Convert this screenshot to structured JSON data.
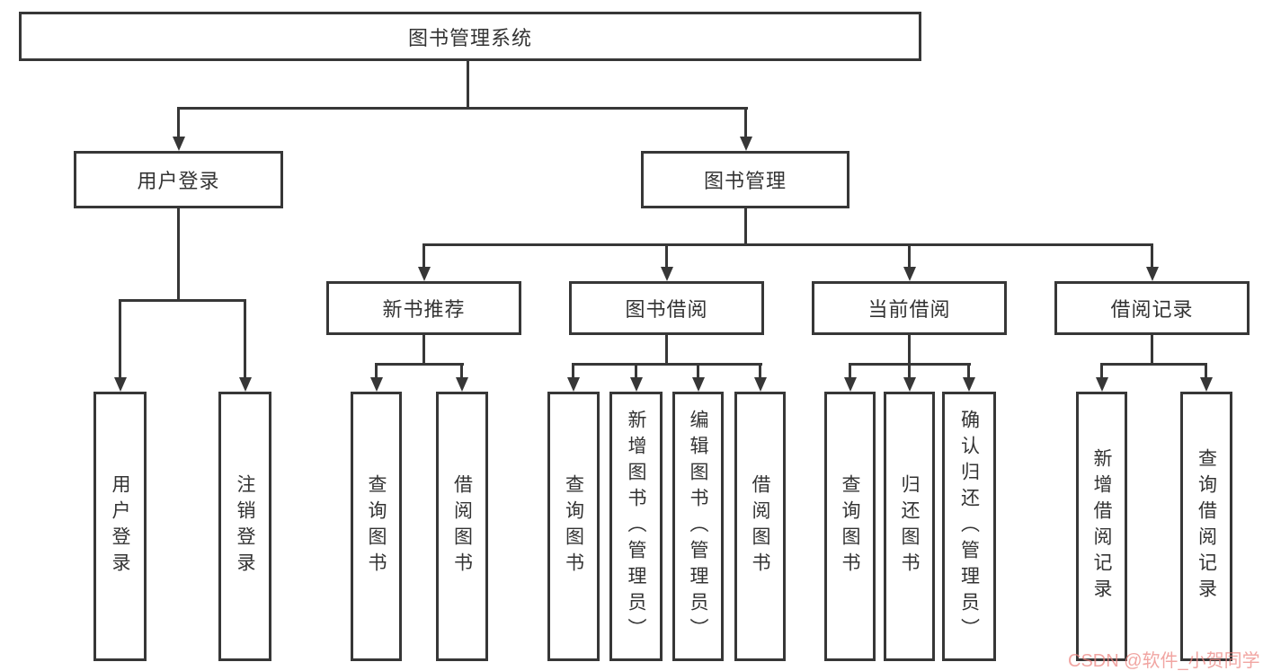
{
  "root": {
    "label": "图书管理系统"
  },
  "level2": {
    "user_login": {
      "label": "用户登录"
    },
    "book_mgmt": {
      "label": "图书管理"
    }
  },
  "level3": {
    "new_book": {
      "label": "新书推荐"
    },
    "borrow": {
      "label": "图书借阅"
    },
    "current": {
      "label": "当前借阅"
    },
    "record": {
      "label": "借阅记录"
    }
  },
  "leaves": {
    "user_login": {
      "login": "用户登录",
      "logout": "注销登录"
    },
    "new_book": {
      "query": "查询图书",
      "borrow": "借阅图书"
    },
    "borrow": {
      "query": "查询图书",
      "add": "新增图书（管理员）",
      "edit": "编辑图书（管理员）",
      "borrow": "借阅图书"
    },
    "current": {
      "query": "查询图书",
      "return": "归还图书",
      "confirm": "确认归还（管理员）"
    },
    "record": {
      "add": "新增借阅记录",
      "query": "查询借阅记录"
    }
  },
  "watermark": {
    "text": "CSDN @软件_小贺同学",
    "color": "#ec827e"
  },
  "colors": {
    "line": "#373737",
    "text": "#333333",
    "background": "#ffffff",
    "box_fill": "#ffffff"
  }
}
